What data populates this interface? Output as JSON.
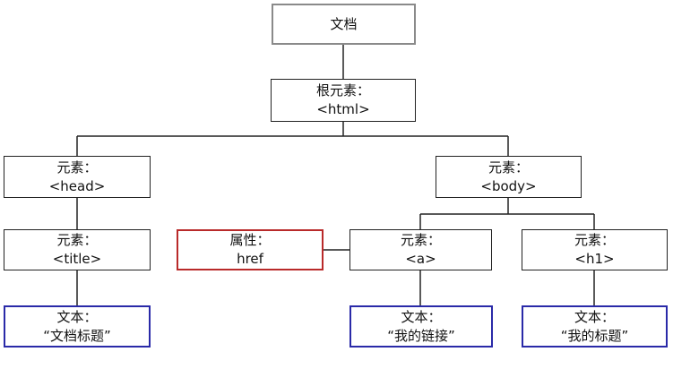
{
  "nodes": {
    "document": {
      "line1": "文档",
      "line2": ""
    },
    "root": {
      "line1": "根元素：",
      "line2": "<html>"
    },
    "head": {
      "line1": "元素：",
      "line2": "<head>"
    },
    "body": {
      "line1": "元素：",
      "line2": "<body>"
    },
    "title": {
      "line1": "元素：",
      "line2": "<title>"
    },
    "attr_href": {
      "line1": "属性：",
      "line2": "href"
    },
    "a": {
      "line1": "元素：",
      "line2": "<a>"
    },
    "h1": {
      "line1": "元素：",
      "line2": "<h1>"
    },
    "text_title": {
      "line1": "文本：",
      "line2": "“文档标题”"
    },
    "text_link": {
      "line1": "文本：",
      "line2": "“我的链接”"
    },
    "text_heading": {
      "line1": "文本：",
      "line2": "“我的标题”"
    }
  },
  "colors": {
    "document_border": "#8a8a8a",
    "element_border": "#222222",
    "attribute_border": "#b92a2a",
    "text_border": "#2a2aa8",
    "connector": "#222222"
  }
}
